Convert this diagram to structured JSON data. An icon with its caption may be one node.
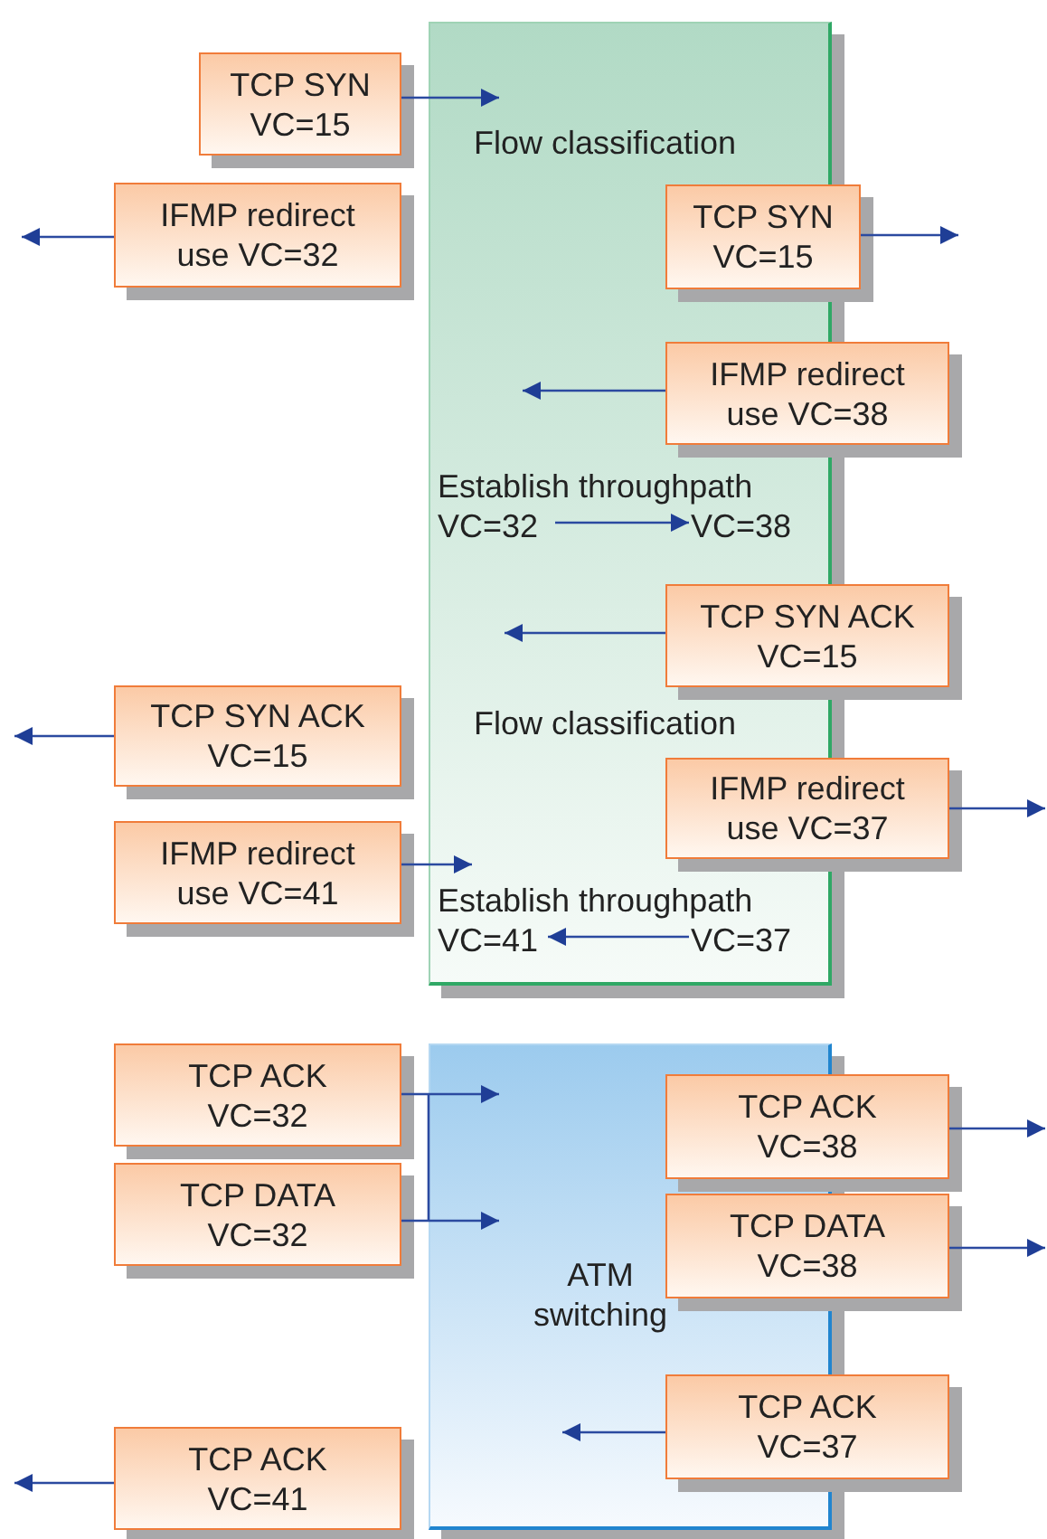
{
  "diagram": {
    "nodes": [
      {
        "text": [
          "Flow classification",
          "Establish throughpath",
          "Flow classification",
          "Establish throughpath"
        ]
      },
      {
        "text": [
          "TCP SYN VC=15"
        ]
      },
      {
        "text": [
          "IFMP redirect use VC=32"
        ]
      },
      {
        "text": [
          "TCP SYN VC=15"
        ]
      },
      {
        "text": [
          "IFMP redirect use VC=38"
        ]
      },
      {
        "text": [
          "VC=32"
        ],
        "in": 0
      },
      {
        "text": [
          "VC=38"
        ],
        "in": 0
      },
      {
        "text": [
          "TCP SYN ACK VC=15"
        ]
      },
      {
        "text": [
          "TCP SYN ACK VC=15"
        ]
      },
      {
        "text": [
          "IFMP redirect use VC=37"
        ]
      },
      {
        "text": [
          "IFMP redirect use VC=41"
        ]
      },
      {
        "text": [
          "VC=41"
        ],
        "in": 0
      },
      {
        "text": [
          "VC=37"
        ],
        "in": 0
      },
      {
        "text": [
          "ATM switching"
        ]
      },
      {
        "text": [
          "TCP ACK VC=32"
        ]
      },
      {
        "text": [
          "TCP DATA VC=32"
        ]
      },
      {
        "text": [
          "TCP ACK VC=38"
        ]
      },
      {
        "text": [
          "TCP DATA VC=38"
        ]
      },
      {
        "text": [
          "TCP ACK VC=37"
        ]
      },
      {
        "text": [
          "TCP ACK VC=41"
        ]
      }
    ],
    "edges": [
      {
        "from": 1,
        "to": 0,
        "arrow": "to"
      },
      {
        "from": 2,
        "to": null,
        "arrow": "to"
      },
      {
        "from": 3,
        "to": null,
        "arrow": "to"
      },
      {
        "from": 4,
        "to": 0,
        "arrow": "to"
      },
      {
        "from": 5,
        "to": 6,
        "arrow": "to"
      },
      {
        "from": 7,
        "to": 0,
        "arrow": "to"
      },
      {
        "from": 8,
        "to": null,
        "arrow": "to"
      },
      {
        "from": 9,
        "to": null,
        "arrow": "to"
      },
      {
        "from": 10,
        "to": 0,
        "arrow": "to"
      },
      {
        "from": 12,
        "to": 11,
        "arrow": "to"
      },
      {
        "from": 14,
        "to": 13,
        "arrow": "to"
      },
      {
        "from": 15,
        "to": 13,
        "arrow": "to"
      },
      {
        "from": 16,
        "to": null,
        "arrow": "to"
      },
      {
        "from": 17,
        "to": null,
        "arrow": "to"
      },
      {
        "from": 18,
        "to": 13,
        "arrow": "to"
      },
      {
        "from": 19,
        "to": null,
        "arrow": "to"
      }
    ]
  }
}
